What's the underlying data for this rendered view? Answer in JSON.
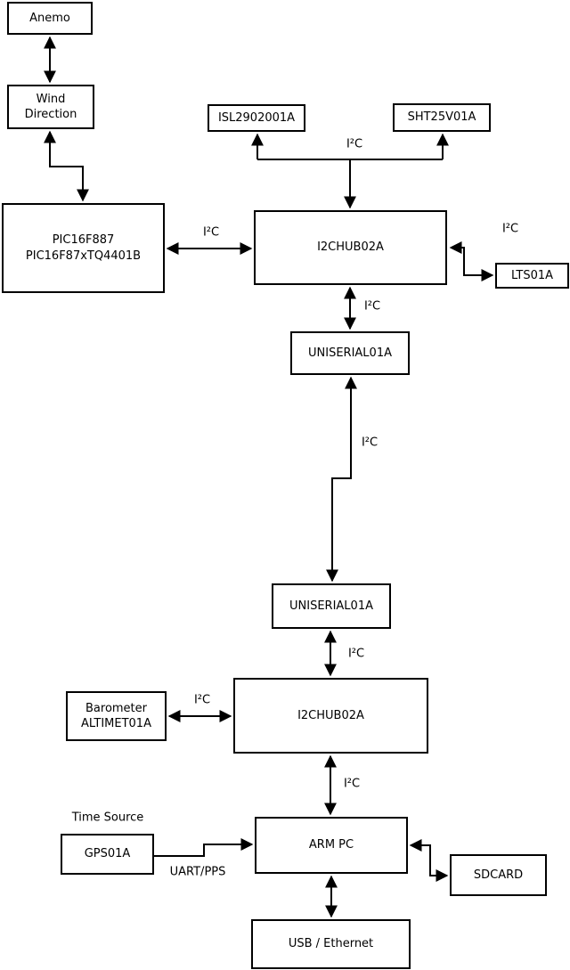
{
  "nodes": {
    "anemo": {
      "label": "Anemo"
    },
    "wind_direction": {
      "line1": "Wind",
      "line2": "Direction"
    },
    "pic": {
      "line1": "PIC16F887",
      "line2": "PIC16F87xTQ4401B"
    },
    "isl": {
      "label": "ISL2902001A"
    },
    "sht": {
      "label": "SHT25V01A"
    },
    "i2chub_top": {
      "label": "I2CHUB02A"
    },
    "lts": {
      "label": "LTS01A"
    },
    "uniserial_top": {
      "label": "UNISERIAL01A"
    },
    "uniserial_bottom": {
      "label": "UNISERIAL01A"
    },
    "i2chub_bottom": {
      "label": "I2CHUB02A"
    },
    "barometer": {
      "line1": "Barometer",
      "line2": "ALTIMET01A"
    },
    "gps": {
      "label": "GPS01A"
    },
    "arm_pc": {
      "label": "ARM PC"
    },
    "sdcard": {
      "label": "SDCARD"
    },
    "usb_ethernet": {
      "label": "USB / Ethernet"
    }
  },
  "labels": {
    "i2c": "I²C",
    "uart_pps": "UART/PPS",
    "time_source": "Time Source"
  },
  "colors": {
    "line": "#000000",
    "box_fill": "#ffffff",
    "background": "#ffffff"
  }
}
